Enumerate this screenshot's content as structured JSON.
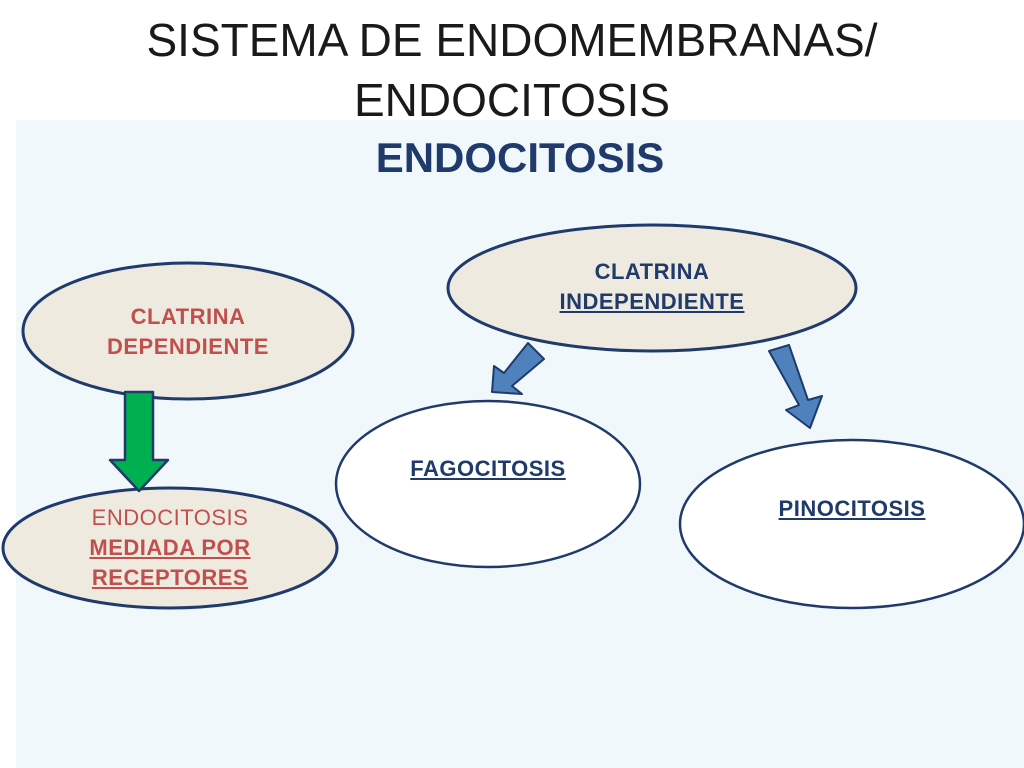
{
  "slide": {
    "title_line1": "SISTEMA DE ENDOMEMBRANAS/",
    "title_line2": "ENDOCITOSIS"
  },
  "diagram": {
    "heading": "ENDOCITOSIS",
    "nodes": {
      "clatrina_dependiente": {
        "line1": "CLATRINA",
        "line2": "DEPENDIENTE"
      },
      "clatrina_independiente": {
        "line1": "CLATRINA",
        "line2": "INDEPENDIENTE"
      },
      "mediada": {
        "line1": "ENDOCITOSIS",
        "line2": "MEDIADA POR",
        "line3": "RECEPTORES"
      },
      "fagocitosis": {
        "label": "FAGOCITOSIS"
      },
      "pinocitosis": {
        "label": "PINOCITOSIS"
      }
    },
    "colors": {
      "beige_fill": "#eeeadf",
      "navy_stroke": "#1f3a6b",
      "red_text": "#c0504d",
      "green_arrow": "#00b050",
      "blue_arrow": "#4f81bd"
    }
  }
}
